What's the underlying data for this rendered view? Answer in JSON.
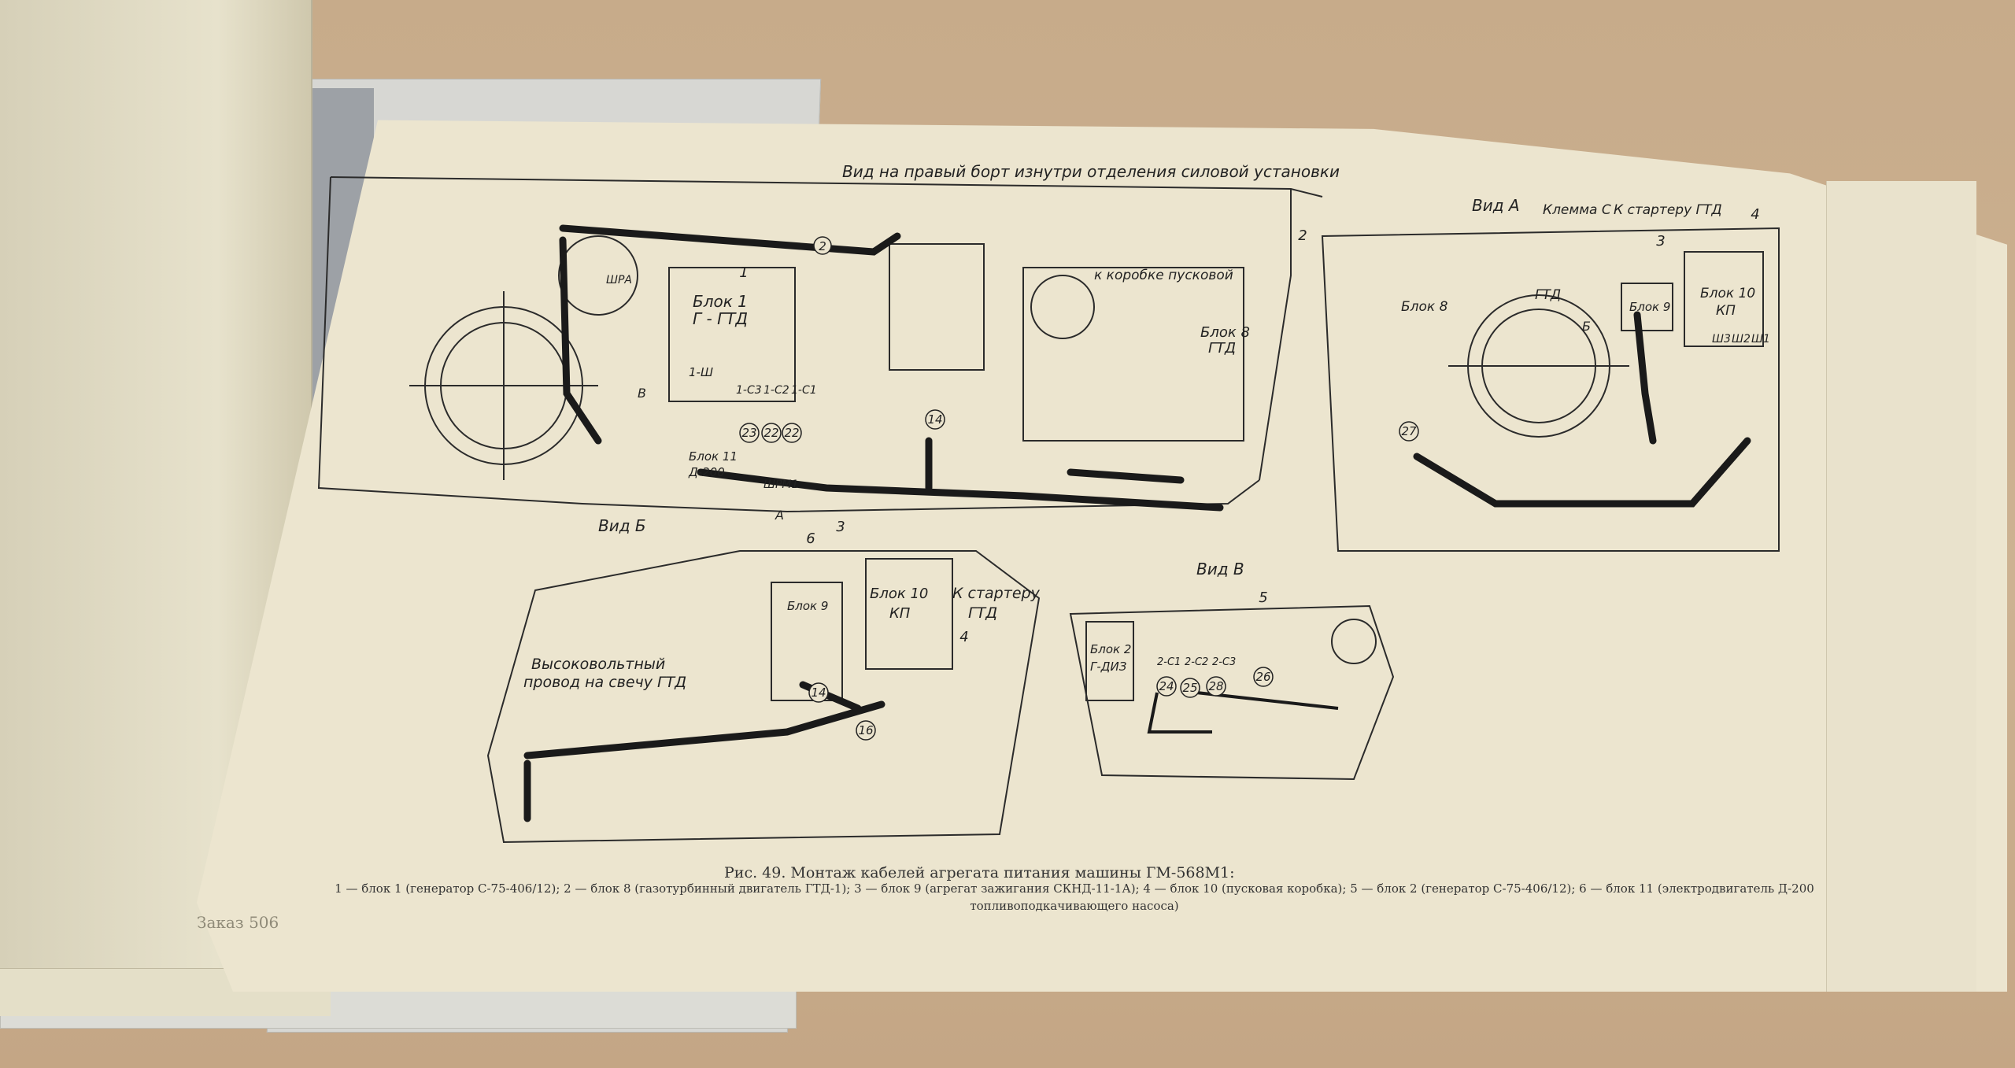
{
  "figure": {
    "title_top": "Вид на правый борт изнутри отделения силовой установки",
    "caption_title": "Рис. 49. Монтаж кабелей агрегата питания машины ГМ-568М1:",
    "caption_body": "1 — блок 1 (генератор С-75-406/12); 2 — блок 8 (газотурбинный двигатель ГТД-1); 3 — блок 9 (агрегат зажигания СКНД-11-1А); 4 — блок 10 (пусковая коробка); 5 — блок 2 (генератор С-75-406/12); 6 — блок 11 (электродвигатель Д-200 топливоподкачивающего насоса)",
    "footer": "Заказ 506"
  },
  "labels": {
    "view_a": "Вид А",
    "view_b": "Вид Б",
    "view_v": "Вид В",
    "klemma": "Клемма С",
    "to_starter": "К стартеру ГТД",
    "to_box": "к коробке пусковой",
    "block1": "Блок 1",
    "block1_sub": "Г - ГТД",
    "block8": "Блок 8",
    "block8_sub": "ГТД",
    "block8_short": "Блок 8",
    "gtd": "ГТД",
    "block9": "Блок 9",
    "block10": "Блок 10",
    "kp": "КП",
    "block2": "Блок 2",
    "gdiz": "Г-ДИЗ",
    "block11": "Блок 11",
    "d200": "Д-200",
    "shra": "ШРА",
    "hv_wire_1": "Высоковольтный",
    "hv_wire_2": "провод на свечу ГТД",
    "starter_b_1": "К стартеру",
    "starter_b_2": "ГТД",
    "one_sh": "1-Ш",
    "c3": "1-С3",
    "c2": "1-С2",
    "c1": "1-С1",
    "sh3": "Ш3",
    "sh2": "Ш2",
    "sh1": "Ш1",
    "b_letter": "Б",
    "v_letter": "В",
    "a_letter": "А",
    "shpm": "ШРМ1",
    "z_c1": "2-С1",
    "z_c2": "2-С2",
    "z_c3": "2-С3",
    "n1": "1",
    "n2": "2",
    "n3": "3",
    "n4": "4",
    "n5": "5",
    "n6": "6",
    "n14": "14",
    "n16": "16",
    "n22": "22",
    "n23": "23",
    "n24": "24",
    "n25": "25",
    "n26": "26",
    "n27": "27",
    "n28": "28"
  },
  "colors": {
    "paper": "#ece5cf",
    "ink": "#222222",
    "table": "#c9ad8c",
    "cover": "#d7d7d3"
  }
}
